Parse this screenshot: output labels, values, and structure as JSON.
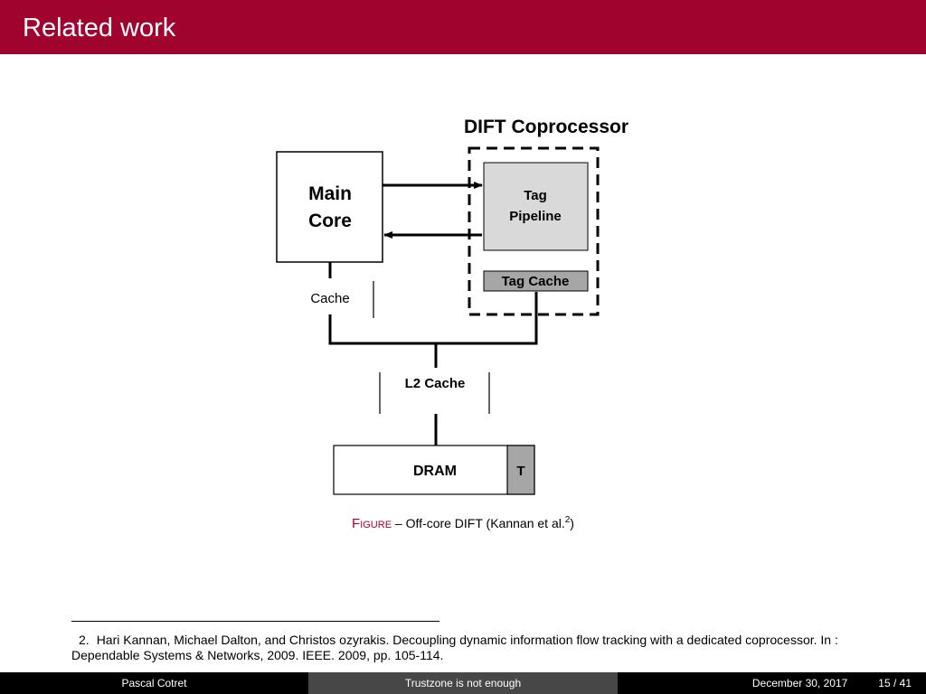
{
  "header": {
    "title": "Related work"
  },
  "figure": {
    "diagram": {
      "coprocessor_title": "DIFT Coprocessor",
      "main_core_line1": "Main",
      "main_core_line2": "Core",
      "tag_pipeline_line1": "Tag",
      "tag_pipeline_line2": "Pipeline",
      "tag_cache": "Tag Cache",
      "cache": "Cache",
      "l2_cache": "L2 Cache",
      "dram": "DRAM",
      "dram_tag": "T"
    },
    "caption": {
      "label_initial": "F",
      "label_rest": "IGURE",
      "dash": " – ",
      "text": "Off-core DIFT (Kannan et al.",
      "footnote_ref": "2",
      "close": ")"
    }
  },
  "footnote": {
    "number": "2.",
    "text": "Hari Kannan, Michael Dalton, and Christos ozyrakis. Decoupling dynamic information flow tracking with a dedicated coprocessor. In : Dependable Systems & Networks, 2009. IEEE. 2009, pp. 105-114."
  },
  "footer": {
    "author": "Pascal Cotret",
    "talk_title": "Trustzone is not enough",
    "date": "December 30, 2017",
    "page": "15 / 41"
  },
  "colors": {
    "accent": "#a0042e",
    "footer_dark": "#000000",
    "footer_mid": "#474747",
    "tag_pipeline_fill": "#d9d9d9",
    "tag_cache_fill": "#a6a6a6"
  }
}
